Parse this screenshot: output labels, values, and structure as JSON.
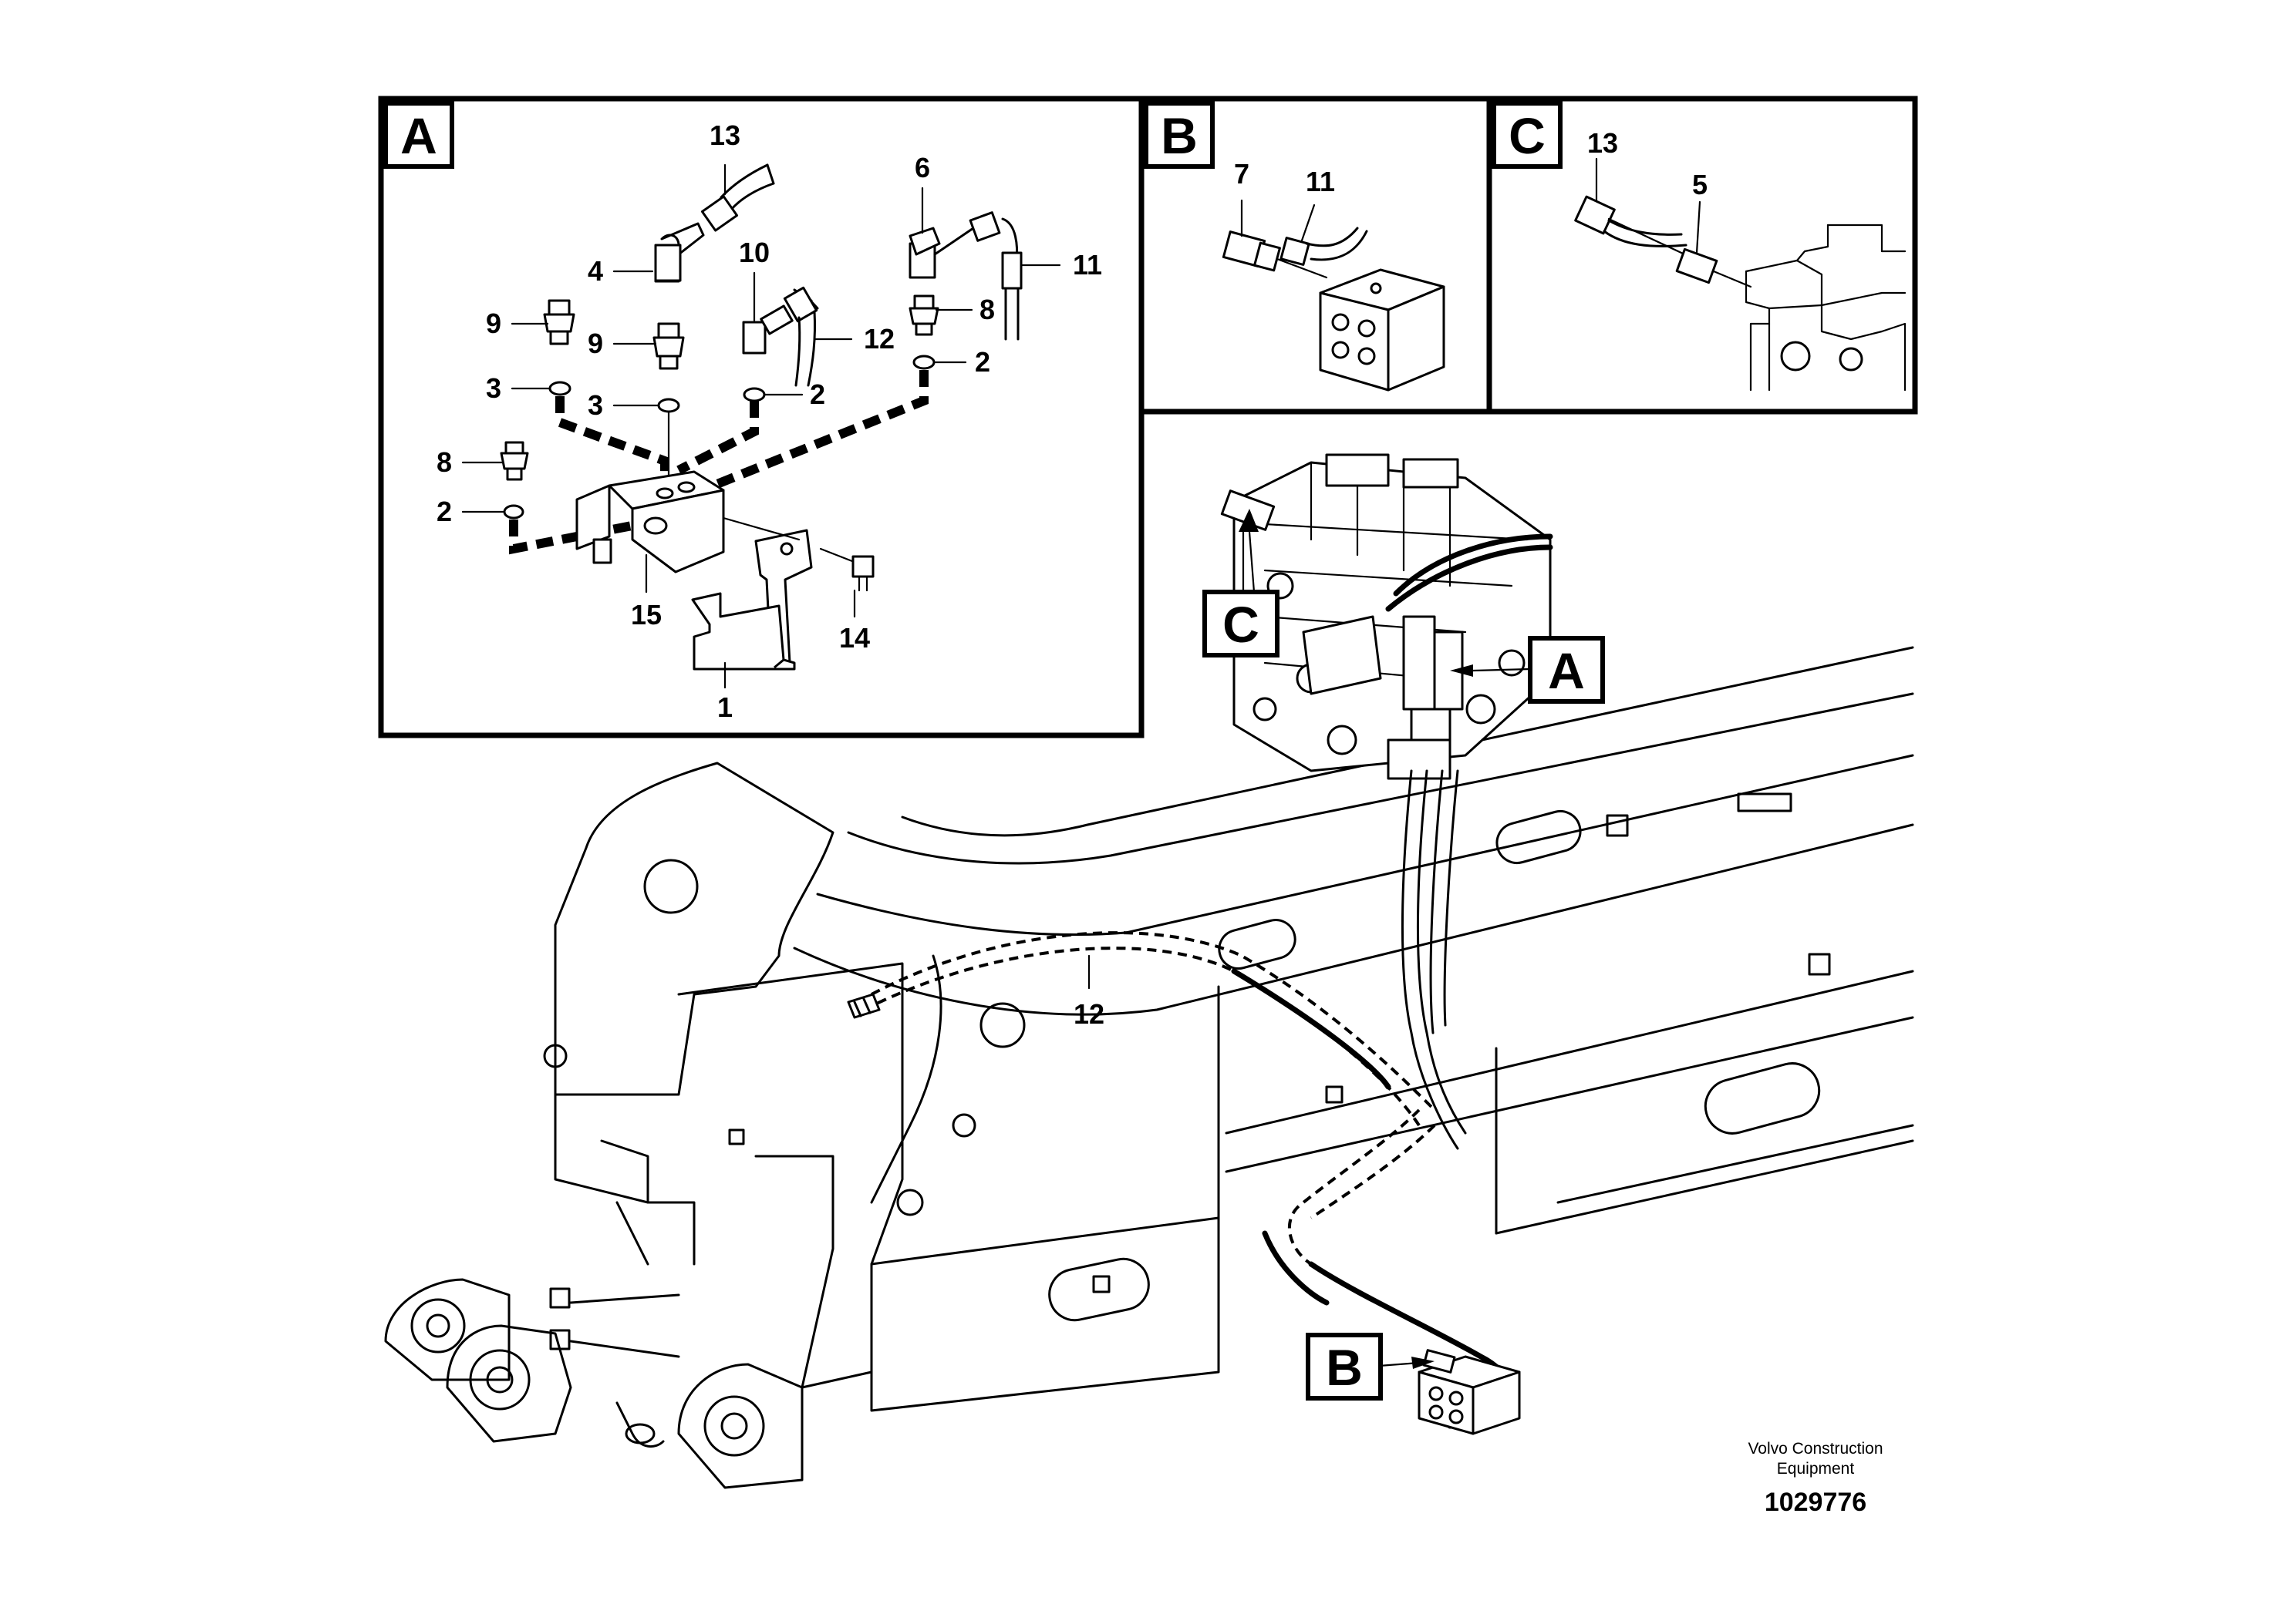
{
  "panels": {
    "A": {
      "letter": "A",
      "callouts": [
        "13",
        "4",
        "9",
        "9",
        "3",
        "3",
        "10",
        "2",
        "6",
        "11",
        "8",
        "12",
        "2",
        "8",
        "2",
        "15",
        "14",
        "1"
      ]
    },
    "B": {
      "letter": "B",
      "callouts": [
        "7",
        "11"
      ]
    },
    "C": {
      "letter": "C",
      "callouts": [
        "13",
        "5"
      ]
    }
  },
  "main_view": {
    "callouts": [
      "C",
      "A",
      "B",
      "12"
    ]
  },
  "watermark": {
    "company_line1": "Volvo Construction",
    "company_line2": "Equipment",
    "drawing_number": "1029776"
  }
}
